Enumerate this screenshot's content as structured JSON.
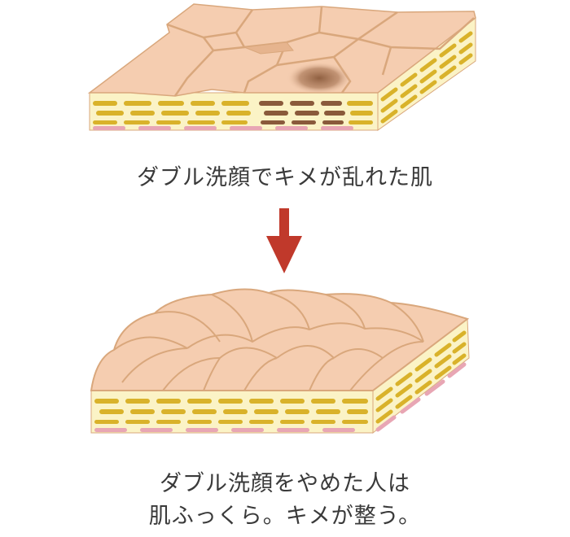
{
  "figure": {
    "top_caption": "ダブル洗顔でキメが乱れた肌",
    "bottom_caption_line1": "ダブル洗顔をやめた人は",
    "bottom_caption_line2": "肌ふっくら。キメが整う。"
  },
  "colors": {
    "skin_surface": "#f5cdb0",
    "skin_outline": "#d9a77c",
    "dermis_band": "#fbf3c6",
    "fiber_gold": "#d9b22a",
    "fiber_pink": "#e8a6b4",
    "damaged_fiber": "#8a5a3b",
    "arrow_red": "#c0392b",
    "text_dark": "#3a3a3a"
  }
}
